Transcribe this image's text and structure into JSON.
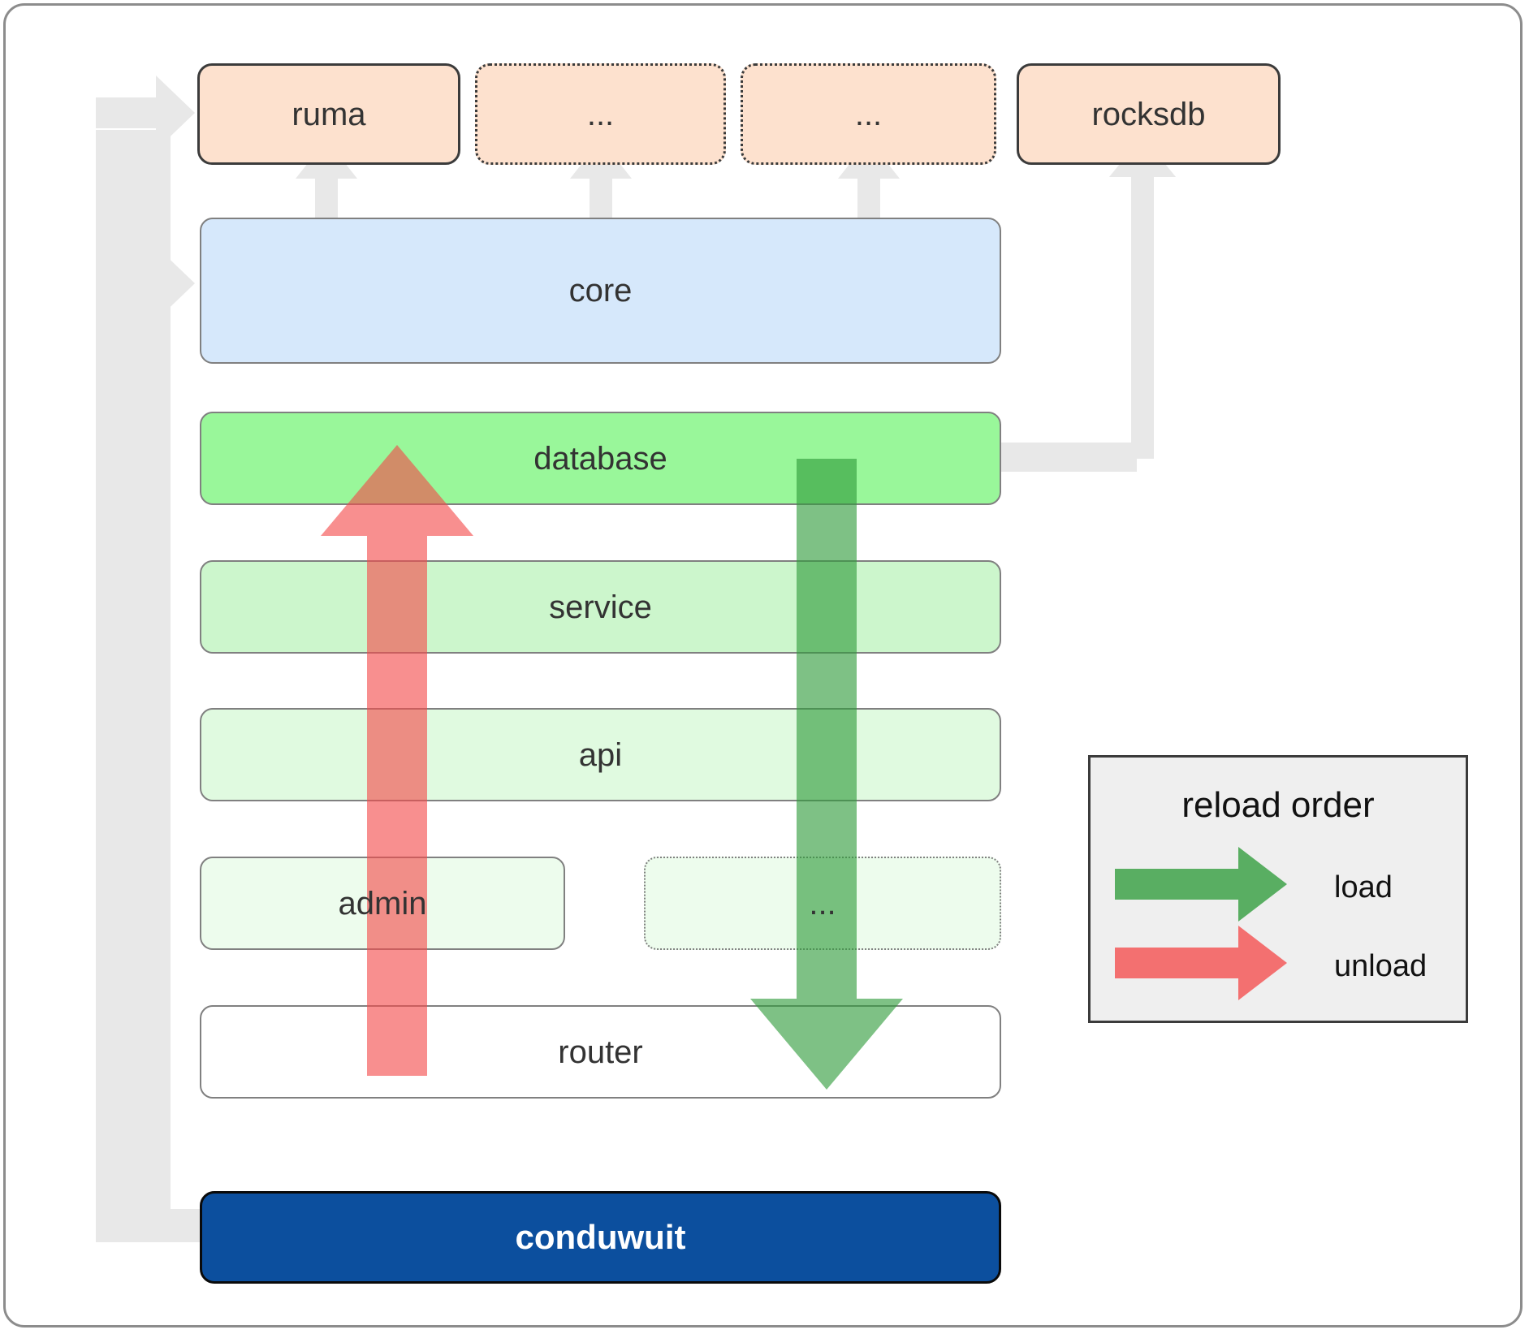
{
  "diagram": {
    "title": "conduwuit crate architecture / reload order",
    "colors": {
      "top_box_fill": "#FDE1CE",
      "top_box_stroke": "#3b3b3b",
      "core_fill": "#D6E8FB",
      "database_fill": "#99F79A",
      "service_fill": "#CCF6CC",
      "api_fill": "#E0FAE0",
      "admin_fill": "#EDFCED",
      "dots_fill": "#EDFCED",
      "router_fill": "#FFFFFF",
      "brand_fill": "#0C4F9E",
      "layer_stroke": "#808080",
      "connector_grey": "#E8E8E8",
      "load_green": "#4CA85A",
      "unload_red": "#F98080",
      "legend_bg": "#EFEFEF",
      "frame_stroke": "#8C8C8C"
    },
    "top_row": [
      {
        "label": "ruma",
        "style": "solid"
      },
      {
        "label": "...",
        "style": "dotted"
      },
      {
        "label": "...",
        "style": "dotted"
      },
      {
        "label": "rocksdb",
        "style": "solid"
      }
    ],
    "layers": [
      {
        "label": "core",
        "style": "solid"
      },
      {
        "label": "database",
        "style": "solid"
      },
      {
        "label": "service",
        "style": "solid"
      },
      {
        "label": "api",
        "style": "solid"
      },
      {
        "label": "admin",
        "style": "solid"
      },
      {
        "label": "...",
        "style": "dotted"
      },
      {
        "label": "router",
        "style": "solid"
      }
    ],
    "brand": {
      "label": "conduwuit"
    }
  },
  "legend": {
    "title": "reload order",
    "items": [
      {
        "label": "load",
        "color": "#4CA85A"
      },
      {
        "label": "unload",
        "color": "#F98080"
      }
    ]
  }
}
